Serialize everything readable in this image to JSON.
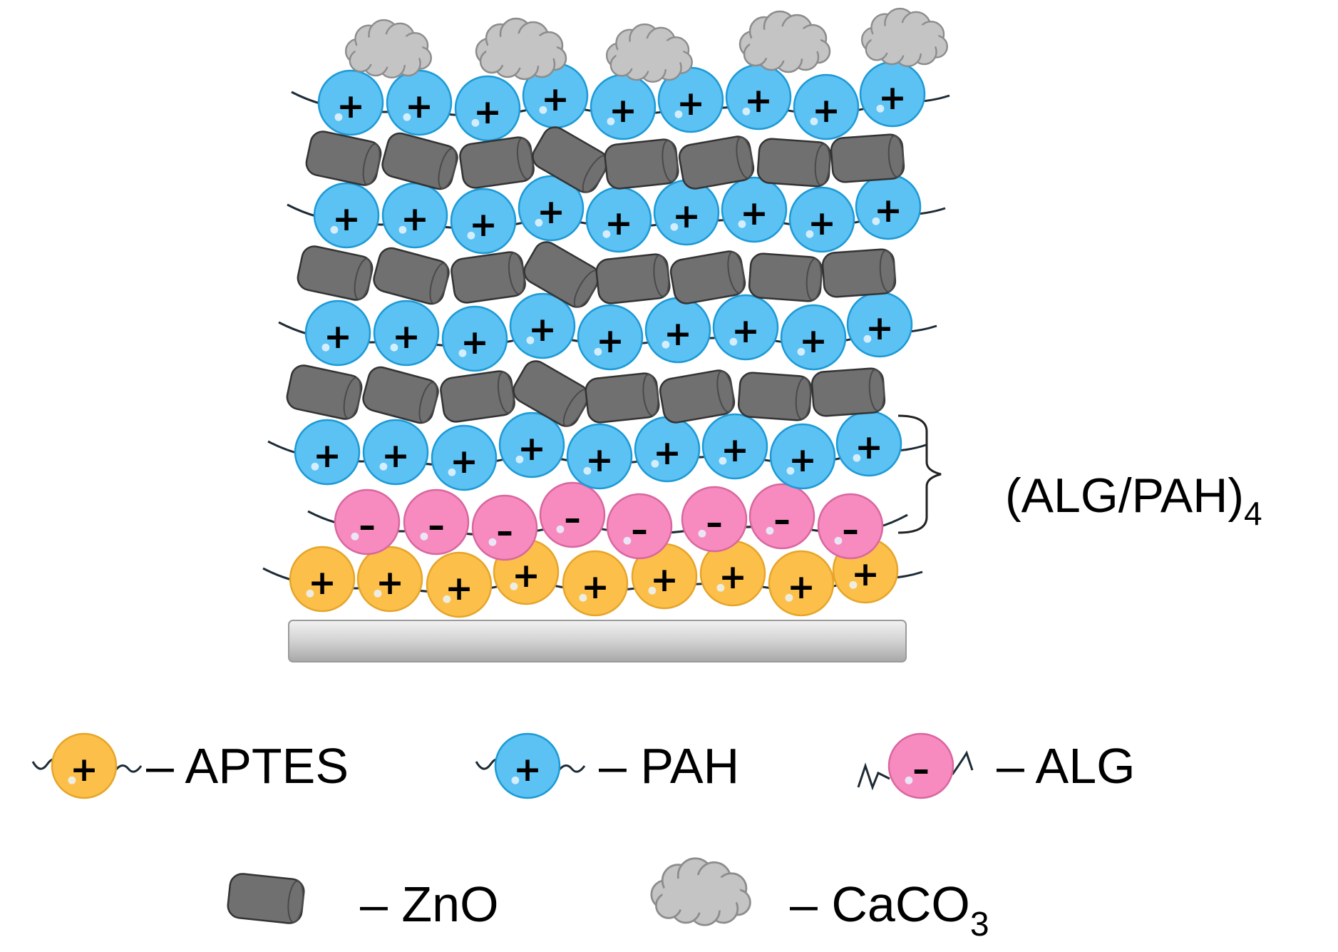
{
  "stack_label": {
    "text": "(ALG/PAH)",
    "subscript": "4"
  },
  "legend": {
    "aptes": {
      "sign": "+",
      "label": "– APTES"
    },
    "pah": {
      "sign": "+",
      "label": "– PAH"
    },
    "alg": {
      "sign": "–",
      "label": "– ALG"
    },
    "zno": {
      "label": "– ZnO"
    },
    "caco3": {
      "label": "– CaCO",
      "subscript": "3"
    }
  },
  "layers_bottom_to_top": [
    "substrate",
    "APTES",
    "ALG",
    "PAH",
    "ZnO",
    "PAH",
    "ZnO",
    "PAH",
    "ZnO",
    "PAH",
    "CaCO3"
  ],
  "colors": {
    "aptes": "#fcc04a",
    "aptes_edge": "#e6a52a",
    "pah": "#5cc1f3",
    "pah_edge": "#1c9ad6",
    "alg": "#f78bc0",
    "alg_edge": "#d9679f",
    "zno": "#707070",
    "zno_edge": "#333333",
    "caco3": "#c4c4c4",
    "caco3_edge": "#8c8c8c",
    "substrate": "#d4d4d4"
  }
}
